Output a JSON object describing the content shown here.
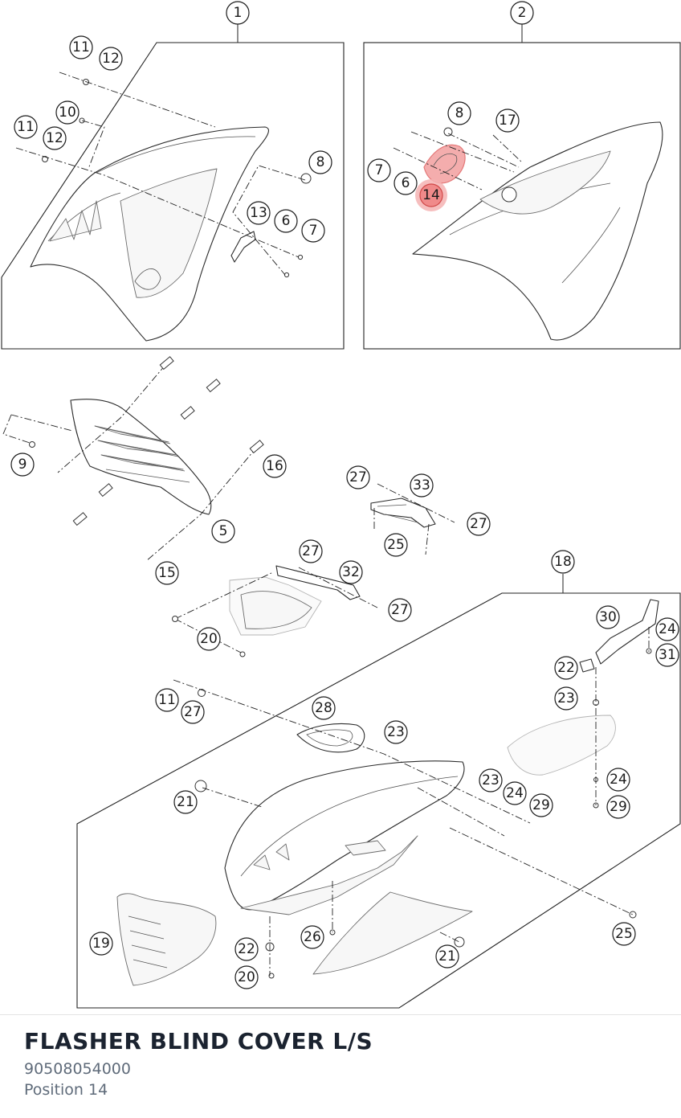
{
  "callouts": [
    {
      "label": "1"
    },
    {
      "label": "2"
    },
    {
      "label": "11"
    },
    {
      "label": "12"
    },
    {
      "label": "10"
    },
    {
      "label": "11"
    },
    {
      "label": "12"
    },
    {
      "label": "8"
    },
    {
      "label": "13"
    },
    {
      "label": "6"
    },
    {
      "label": "7"
    },
    {
      "label": "8"
    },
    {
      "label": "17"
    },
    {
      "label": "7"
    },
    {
      "label": "6"
    },
    {
      "label": "14"
    },
    {
      "label": "9"
    },
    {
      "label": "16"
    },
    {
      "label": "5"
    },
    {
      "label": "15"
    },
    {
      "label": "27"
    },
    {
      "label": "33"
    },
    {
      "label": "27"
    },
    {
      "label": "25"
    },
    {
      "label": "27"
    },
    {
      "label": "32"
    },
    {
      "label": "27"
    },
    {
      "label": "20"
    },
    {
      "label": "18"
    },
    {
      "label": "30"
    },
    {
      "label": "24"
    },
    {
      "label": "31"
    },
    {
      "label": "22"
    },
    {
      "label": "23"
    },
    {
      "label": "11"
    },
    {
      "label": "27"
    },
    {
      "label": "28"
    },
    {
      "label": "23"
    },
    {
      "label": "21"
    },
    {
      "label": "23"
    },
    {
      "label": "24"
    },
    {
      "label": "29"
    },
    {
      "label": "24"
    },
    {
      "label": "29"
    },
    {
      "label": "19"
    },
    {
      "label": "22"
    },
    {
      "label": "26"
    },
    {
      "label": "21"
    },
    {
      "label": "20"
    },
    {
      "label": "25"
    }
  ],
  "highlighted_position": "14",
  "part": {
    "title": "FLASHER BLIND COVER L/S",
    "number": "90508054000",
    "position": "Position 14"
  },
  "colors": {
    "highlight": "#f08a8a",
    "title_text": "#1b2330",
    "meta_text": "#5f6b7a"
  }
}
